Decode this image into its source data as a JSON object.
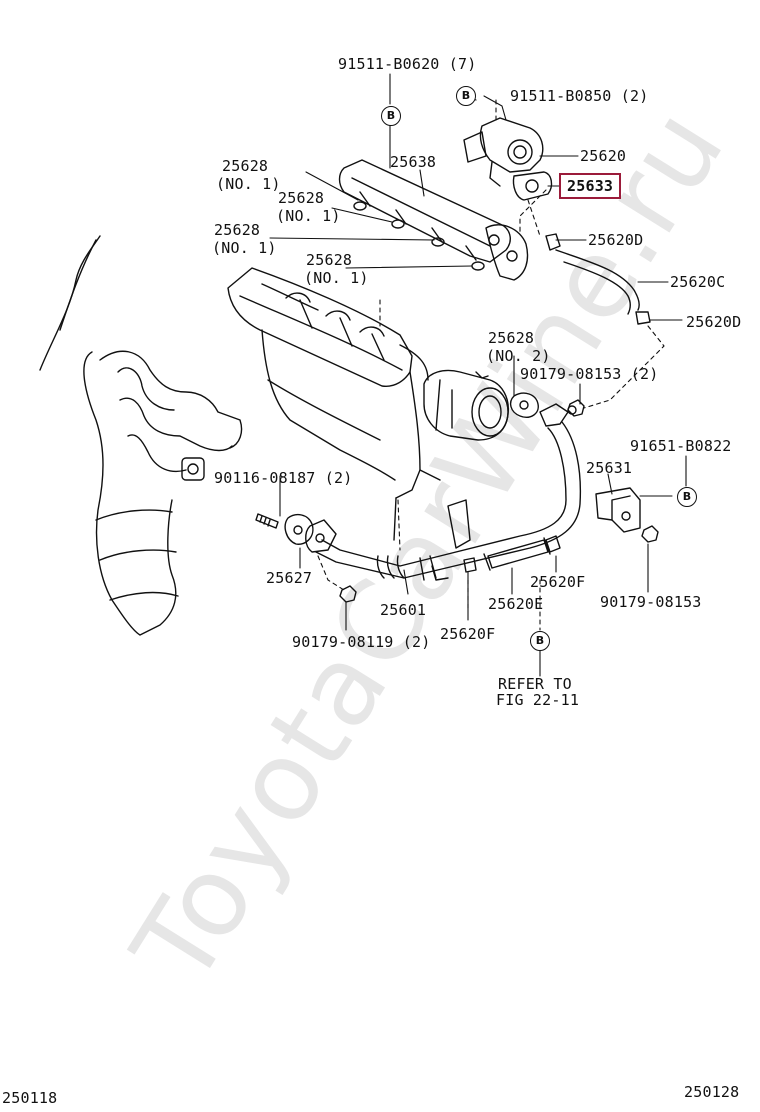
{
  "watermark": "ToyotaCarWine.ru",
  "parts": {
    "p_91511_b0620": "91511-B0620 (7)",
    "p_91511_b0850": "91511-B0850 (2)",
    "p_25620": "25620",
    "p_25633": "25633",
    "p_25638": "25638",
    "p_25628_a": "25628",
    "p_no1_a": "(NO. 1)",
    "p_25628_b": "25628",
    "p_no1_b": "(NO. 1)",
    "p_25628_c": "25628",
    "p_no1_c": "(NO. 1)",
    "p_25628_d": "25628",
    "p_no1_d": "(NO. 1)",
    "p_25620d_a": "25620D",
    "p_25620c": "25620C",
    "p_25620d_b": "25620D",
    "p_25628_e": "25628",
    "p_no2": "(NO. 2)",
    "p_90179_08153_2": "90179-08153 (2)",
    "p_91651_b0822": "91651-B0822",
    "p_25631": "25631",
    "p_90116_08187": "90116-08187 (2)",
    "p_25627": "25627",
    "p_25601": "25601",
    "p_25620f_a": "25620F",
    "p_25620e": "25620E",
    "p_90179_08153": "90179-08153",
    "p_90179_08119": "90179-08119 (2)",
    "p_25620f_b": "25620F",
    "refer_line1": "REFER TO",
    "refer_line2": "FIG 22-11"
  },
  "callout_letter": "B",
  "footer": {
    "left_code": "250118",
    "right_code": "250128"
  },
  "highlight_color": "#9b1b3a"
}
